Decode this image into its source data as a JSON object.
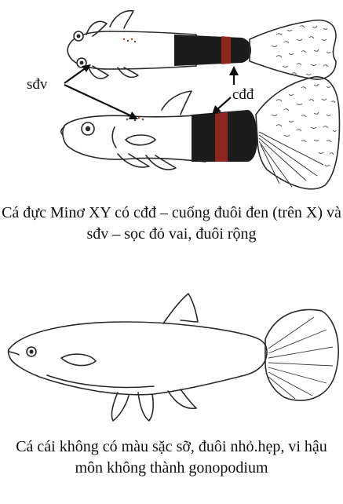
{
  "figure_male": {
    "labels": {
      "sdv": "sđv",
      "cdd": "cđđ"
    },
    "colors": {
      "black_band": "#1c1c1c",
      "red_stripe": "#c0392b",
      "ink": "#2a2a2a"
    },
    "caption": "Cá đực Minơ XY có cđđ – cuống đuôi đen (trên X) và sđv – sọc đỏ vai, đuôi rộng"
  },
  "figure_female": {
    "caption": "Cá cái không có màu sặc sỡ, đuôi nhỏ.hẹp, vi hậu môn không thành gonopodium"
  }
}
